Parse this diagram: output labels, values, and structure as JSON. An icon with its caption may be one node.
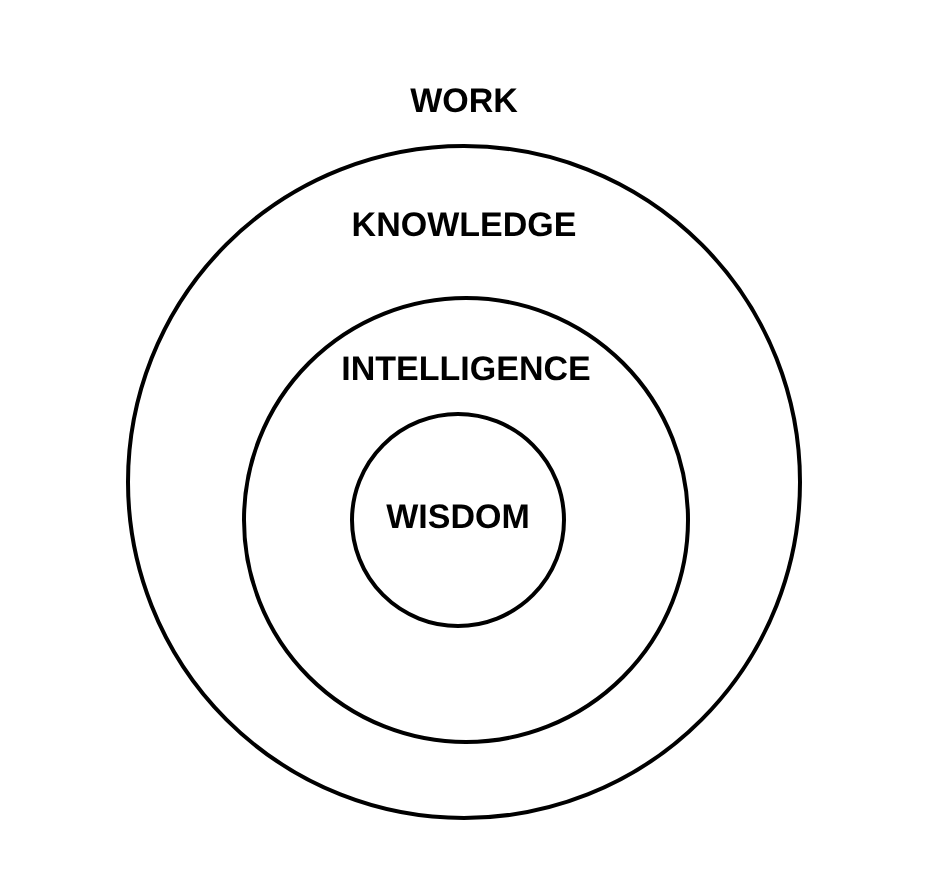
{
  "diagram": {
    "nodes": [
      {
        "text": [
          "KNOWLEDGE"
        ]
      },
      {
        "text": [
          "INTELLIGENCE"
        ],
        "in": 0
      },
      {
        "text": [
          "WISDOM"
        ],
        "in": 1
      }
    ],
    "labels": [
      "WORK"
    ]
  }
}
